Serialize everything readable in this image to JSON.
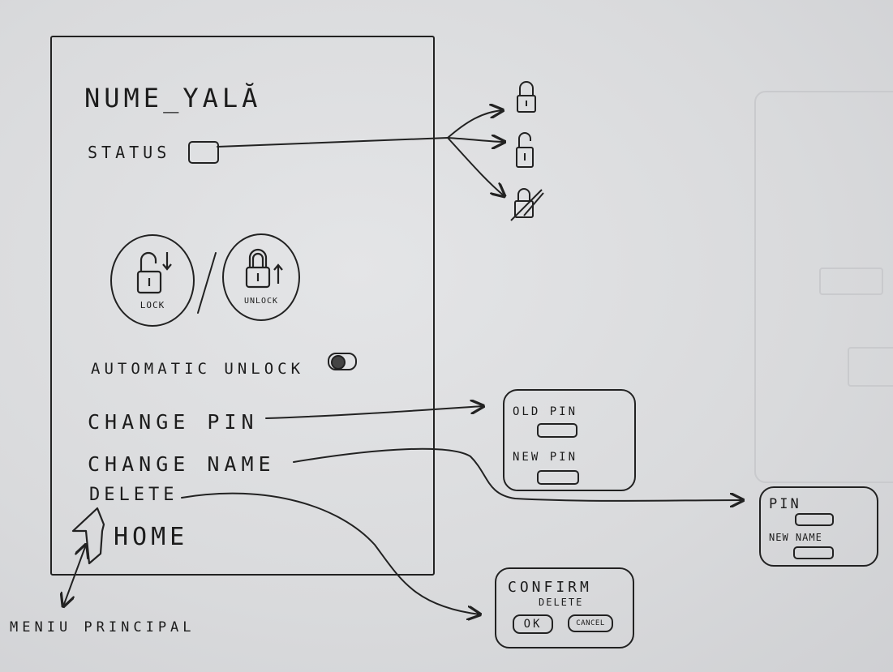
{
  "screen": {
    "lock_name": "NUME_YALĂ",
    "status_label": "STATUS",
    "lock_button_label": "LOCK",
    "unlock_button_label": "UNLOCK",
    "automatic_unlock_label": "AUTOMATIC UNLOCK",
    "change_pin_label": "CHANGE PIN",
    "change_name_label": "CHANGE NAME",
    "delete_label": "DELETE",
    "home_label": "HOME"
  },
  "annotation": {
    "main_menu_label": "MENIU PRINCIPAL"
  },
  "status_states": [
    "locked-icon",
    "unlocked-icon",
    "no-connection-icon"
  ],
  "change_pin_popup": {
    "old_pin_label": "OLD PIN",
    "new_pin_label": "NEW PIN"
  },
  "change_name_popup": {
    "pin_label": "PIN",
    "new_name_label": "NEW NAME"
  },
  "delete_popup": {
    "title_line1": "CONFIRM",
    "title_line2": "DELETE",
    "ok_label": "OK",
    "cancel_label": "CANCEL"
  },
  "colors": {
    "ink": "#1c1c1c",
    "paper": "#dcdddf",
    "ghost": "#c9cacd"
  }
}
